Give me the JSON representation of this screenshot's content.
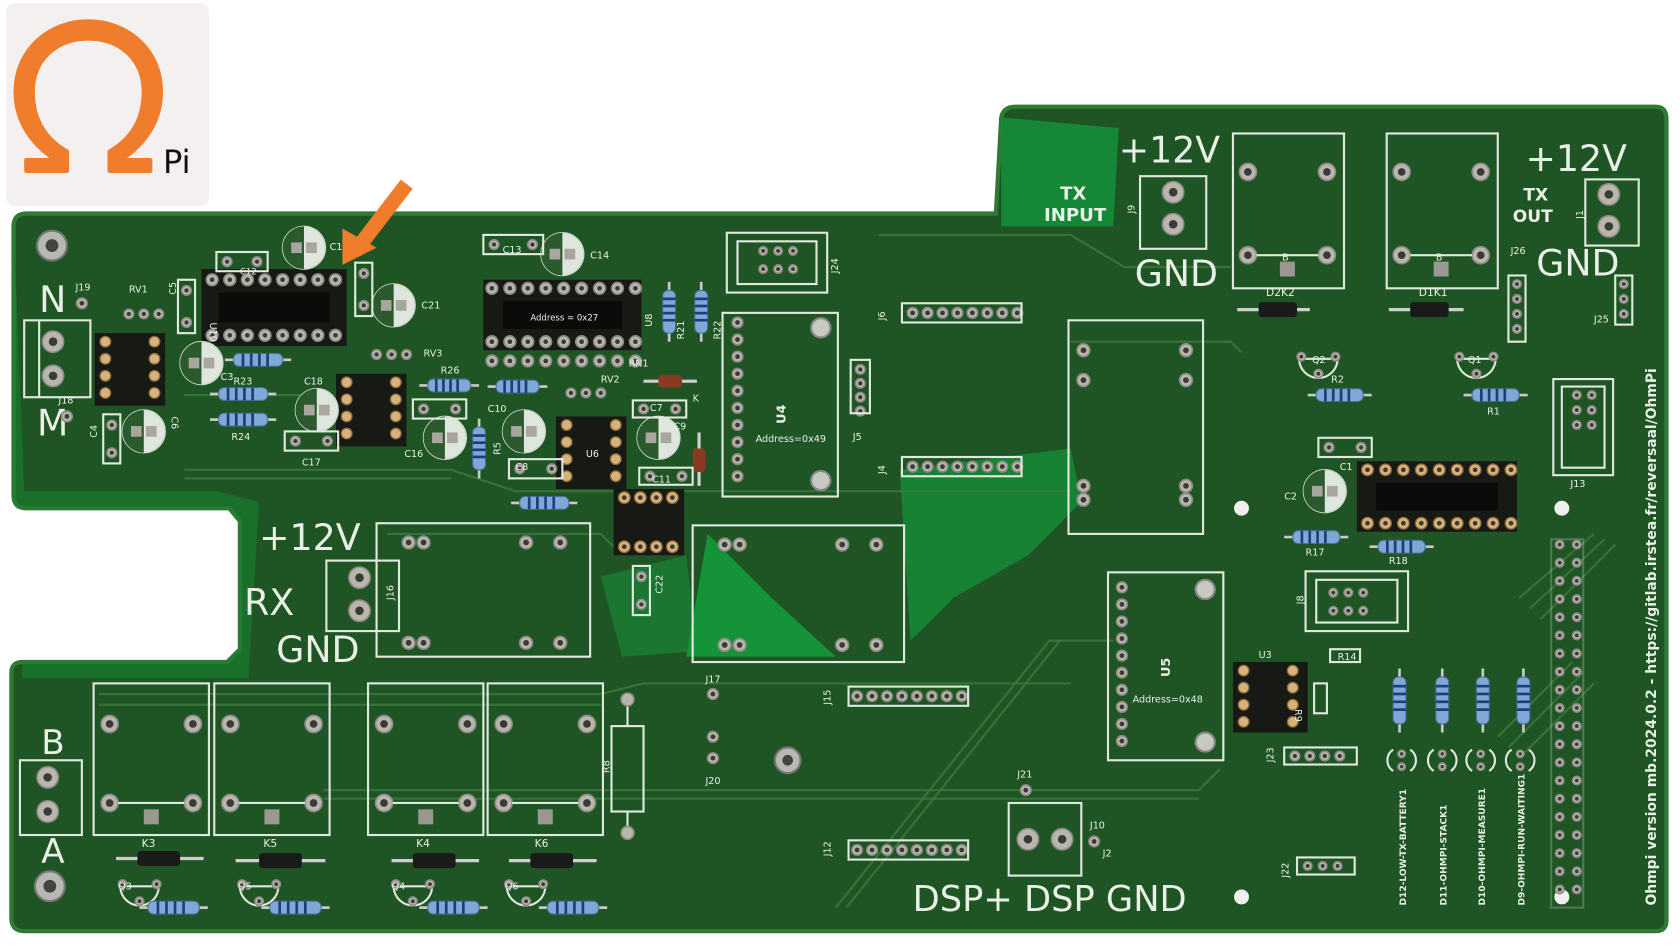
{
  "logo": {
    "symbol": "Ω",
    "suffix": "Pi",
    "color": "#ef7d2c",
    "background": "#f3f0ef"
  },
  "arrow": {
    "color": "#ef7d2c"
  },
  "board": {
    "color": "#1f5524",
    "edge_color": "#2f7a35",
    "bright_fill_color": "#0e9a3a",
    "version_text": "Ohmpi version mb.2024.0.2 - https://gitlab.irstea.fr/reversaal/OhmPi"
  },
  "labels": {
    "n": "N",
    "m": "M",
    "b": "B",
    "a": "A",
    "rx_12v": "+12V",
    "rx": "RX",
    "rx_gnd": "GND",
    "tx_input_line1": "TX",
    "tx_input_line2": "INPUT",
    "tx_in_12v": "+12V",
    "tx_in_gnd": "GND",
    "tx_out_line1": "TX",
    "tx_out_line2": "OUT",
    "tx_out_12v": "+12V",
    "tx_out_gnd": "GND",
    "dsp": "DSP+  DSP GND"
  },
  "refs": {
    "j19": "J19",
    "j18": "J18",
    "rv1": "RV1",
    "c5": "C5",
    "u10": "U10",
    "c12": "C12",
    "c1_top": "C1",
    "c21": "C21",
    "c3": "C3",
    "r23": "R23",
    "r24": "R24",
    "c6": "C6",
    "c4": "C4",
    "c18": "C18",
    "c17": "C17",
    "c16": "C16",
    "rv3": "RV3",
    "r26": "R26",
    "c10": "C10",
    "r5": "R5",
    "c8": "C8",
    "c13": "C13",
    "c14": "C14",
    "u8_addr": "Address = 0x27",
    "u8": "U8",
    "r21": "R21",
    "r22": "R22",
    "rn1": "RN1",
    "rv2": "RV2",
    "k": "K",
    "c7": "C7",
    "c9": "C9",
    "u6": "U6",
    "c11": "C11",
    "c22": "C22",
    "j24": "J24",
    "u4": "U4",
    "u4_addr": "Address=0x49",
    "j5": "J5",
    "j6": "J6",
    "j4": "J4",
    "j9": "J9",
    "j1": "J1",
    "d2k2": "D2K2",
    "d1k1": "D1K1",
    "b": "B",
    "j26": "J26",
    "j25": "J25",
    "q2": "Q2",
    "q1": "Q1",
    "r2": "R2",
    "r1": "R1",
    "c1": "C1",
    "c2": "C2",
    "r17": "R17",
    "r18": "R18",
    "j13": "J13",
    "j8": "J8",
    "r14": "R14",
    "u3": "U3",
    "r9": "R9",
    "j23": "J23",
    "u5": "U5",
    "u5_addr": "Address=0x48",
    "j16": "J16",
    "j17": "J17",
    "j15": "J15",
    "j20": "J20",
    "r8": "R8",
    "j21": "J21",
    "j10": "J10",
    "j2": "J2",
    "j12": "J12",
    "j22": "J22",
    "k3": "K3",
    "k5": "K5",
    "k4": "K4",
    "k6": "K6",
    "q3": "Q3",
    "q5": "Q5",
    "q4": "Q4",
    "q6": "Q6"
  },
  "leds": [
    "D12-LOW-TX-BATTERY1",
    "D11-OHMPI-STACK1",
    "D10-OHMPI-MEASURE1",
    "D9-OHMPI-RUN-WAITING1"
  ]
}
